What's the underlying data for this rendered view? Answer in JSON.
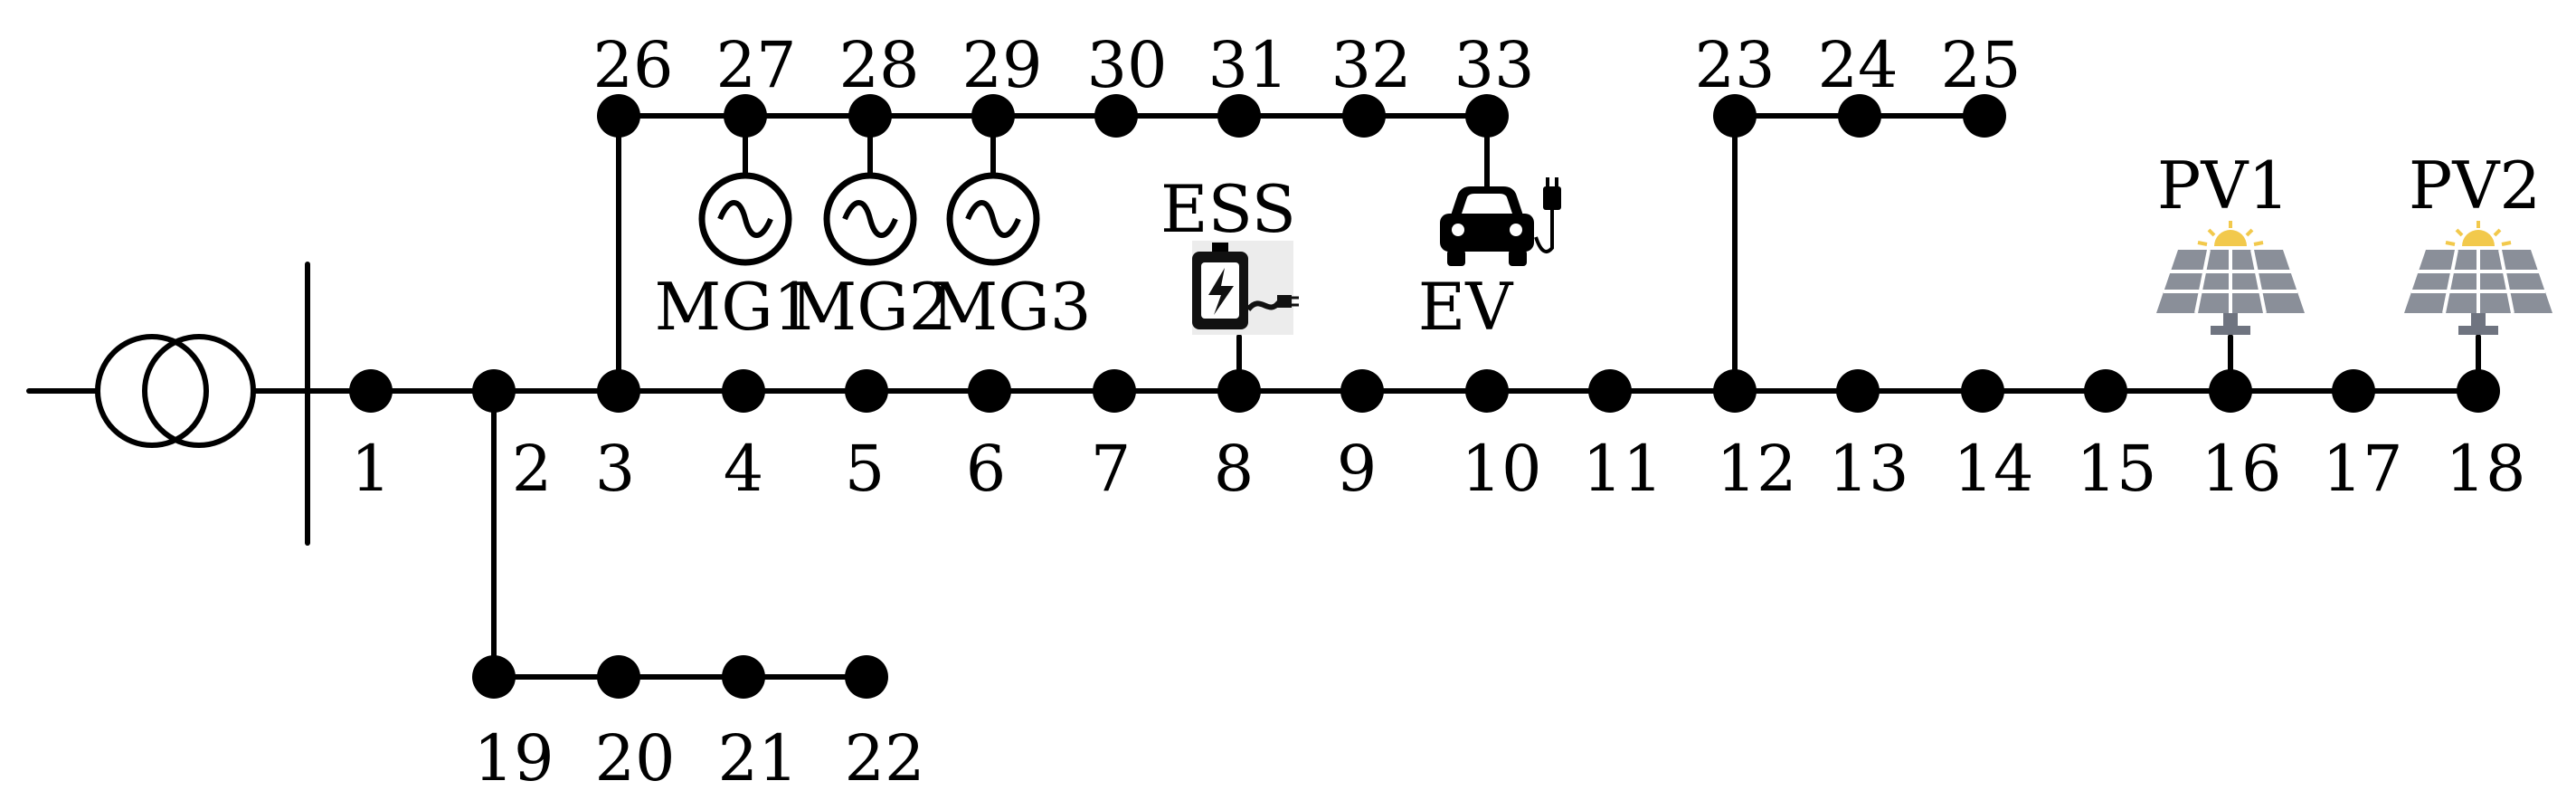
{
  "buses": {
    "1": "1",
    "2": "2",
    "3": "3",
    "4": "4",
    "5": "5",
    "6": "6",
    "7": "7",
    "8": "8",
    "9": "9",
    "10": "10",
    "11": "11",
    "12": "12",
    "13": "13",
    "14": "14",
    "15": "15",
    "16": "16",
    "17": "17",
    "18": "18",
    "19": "19",
    "20": "20",
    "21": "21",
    "22": "22",
    "23": "23",
    "24": "24",
    "25": "25",
    "26": "26",
    "27": "27",
    "28": "28",
    "29": "29",
    "30": "30",
    "31": "31",
    "32": "32",
    "33": "33"
  },
  "devices": {
    "mg1": "MG1",
    "mg2": "MG2",
    "mg3": "MG3",
    "ess": "ESS",
    "ev": "EV",
    "pv1": "PV1",
    "pv2": "PV2"
  },
  "colors": {
    "line": "#000000",
    "pv_sun": "#f2c94c",
    "pv_panel": "#8a8f99"
  }
}
